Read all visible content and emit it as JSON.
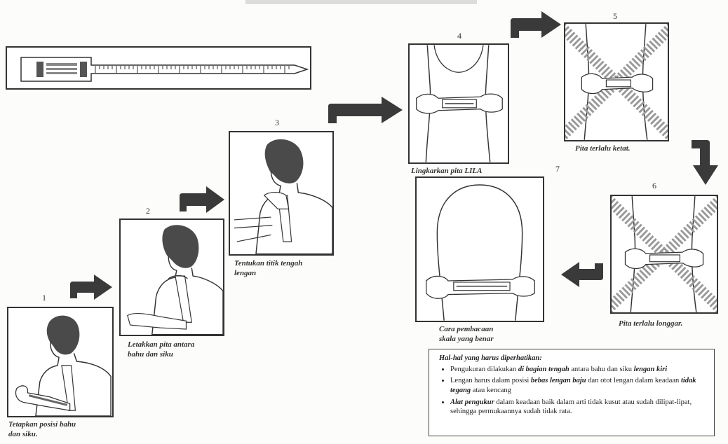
{
  "steps": [
    {
      "number": "1",
      "caption": [
        "Tetapkan posisi bahu",
        "dan siku."
      ]
    },
    {
      "number": "2",
      "caption": [
        "Letakkan pita antara",
        "bahu dan siku"
      ]
    },
    {
      "number": "3",
      "caption": [
        "Tentukan titik tengah",
        "lengan"
      ]
    },
    {
      "number": "4",
      "caption": [
        "Lingkarkan pita LILA"
      ]
    },
    {
      "number": "5",
      "caption": [
        "Pita terlalu ketat."
      ]
    },
    {
      "number": "6",
      "caption": [
        "Pita terlalu longgar."
      ]
    },
    {
      "number": "7",
      "caption": [
        "Cara pembacaan",
        "skala yang benar"
      ]
    }
  ],
  "notes": {
    "title": "Hal-hal yang harus diperhatikan:",
    "items": [
      [
        {
          "t": "Pengukuran dilakukan "
        },
        {
          "t": "di bagian tengah",
          "em": true
        },
        {
          "t": " antara bahu dan siku "
        },
        {
          "t": "lengan kiri",
          "em": true
        }
      ],
      [
        {
          "t": "Lengan harus dalam posisi "
        },
        {
          "t": "bebas lengan baju",
          "em": true
        },
        {
          "t": " dan otot lengan dalam keadaan "
        },
        {
          "t": "tidak tegang",
          "em": true
        },
        {
          "t": " atau kencang"
        }
      ],
      [
        {
          "t": "Alat pengukur",
          "em": true
        },
        {
          "t": " dalam keadaan baik dalam arti tidak kusut atau sudah dilipat-lipat, sehingga permukaannya sudah tidak rata."
        }
      ]
    ]
  },
  "colors": {
    "ink": "#333333",
    "arrow": "#3a3a3a",
    "paper": "#fcfcfa"
  },
  "icons": [
    "lila-tape-icon",
    "arrow-right-icon",
    "arrow-down-icon",
    "arrow-left-icon"
  ]
}
